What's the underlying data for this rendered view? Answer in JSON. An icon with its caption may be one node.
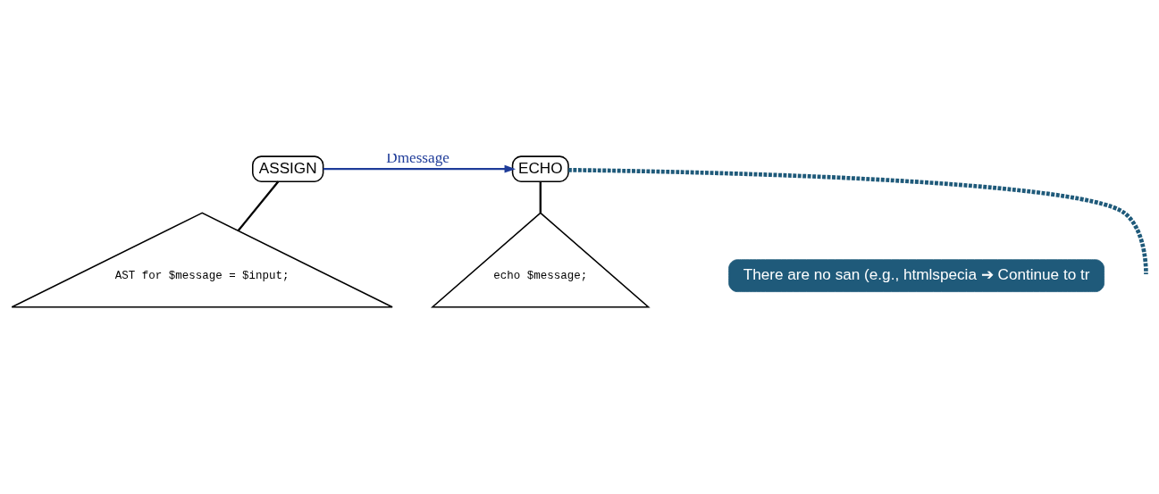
{
  "diagram": {
    "nodes": [
      {
        "text": [
          "ASSIGN"
        ]
      },
      {
        "text": [
          "ECHO"
        ]
      },
      {
        "text": [
          "AST for $message = $input;"
        ]
      },
      {
        "text": [
          "echo $message;"
        ]
      },
      {
        "text": [
          "There are no san (e.g., htmlspecia ➔ Continue to tr"
        ]
      }
    ],
    "edges": [
      {
        "from": 0,
        "to": 1,
        "arrow": "to",
        "label": "Dmessage",
        "color": "#1f3c99"
      },
      {
        "from": 1,
        "to": null,
        "arrow": "none",
        "style": "dashed",
        "color": "#1f5a7a"
      },
      {
        "from": 0,
        "to": 2,
        "arrow": "none"
      },
      {
        "from": 1,
        "to": 3,
        "arrow": "none"
      }
    ]
  }
}
